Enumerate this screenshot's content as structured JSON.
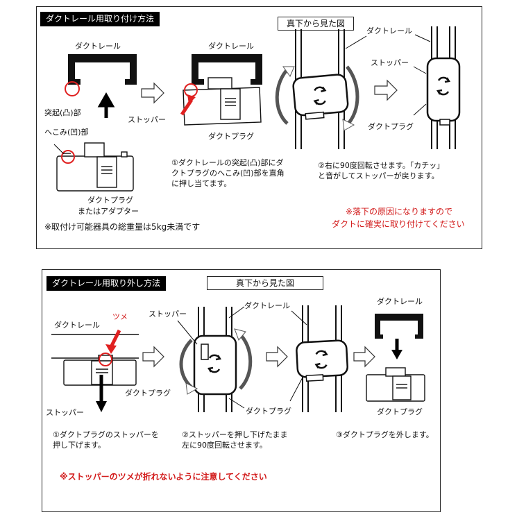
{
  "install": {
    "header": "ダクトレール用取り付け方法",
    "view_label": "真下から見た図",
    "fig1": {
      "rail_label": "ダクトレール",
      "convex_label": "突起(凸)部",
      "concave_label": "へこみ(凹)部",
      "stopper_label": "ストッパー",
      "plug_label_1": "ダクトプラグ",
      "plug_label_2": "またはアダプター"
    },
    "fig2": {
      "rail_label": "ダクトレール",
      "plug_label": "ダクトプラグ"
    },
    "fig3": {
      "rail_label": "ダクトレール",
      "stopper_label": "ストッパー",
      "plug_label": "ダクトプラグ"
    },
    "weight_note": "※取付け可能器具の総重量は5kg未満です",
    "step1": [
      "①ダクトレールの突起(凸)部にダ",
      "クトプラグのへこみ(凹)部を直角",
      "に押し当てます。"
    ],
    "step2": [
      "②右に90度回転させます。「カチッ」",
      "と音がしてストッパーが戻ります。"
    ],
    "warning": [
      "※落下の原因になりますので",
      "ダクトに確実に取り付けてください"
    ]
  },
  "removal": {
    "header": "ダクトレール用取り外し方法",
    "view_label": "真下から見た図",
    "fig1": {
      "rail_label": "ダクトレール",
      "claw_label": "ツメ",
      "plug_label": "ダクトプラグ",
      "stopper_label": "ストッパー"
    },
    "fig2": {
      "stopper_label": "ストッパー",
      "rail_label": "ダクトレール",
      "plug_label": "ダクトプラグ"
    },
    "fig4": {
      "rail_label": "ダクトレール",
      "plug_label": "ダクトプラグ"
    },
    "step1": [
      "①ダクトプラグのストッパーを",
      "押し下げます。"
    ],
    "step2": [
      "②ストッパーを押し下げたまま",
      "左に90度回転させます。"
    ],
    "step3": [
      "③ダクトプラグを外します。"
    ],
    "caution": "※ストッパーのツメが折れないように注意してください"
  },
  "colors": {
    "accent_red": "#d21a1a",
    "header_bg": "#000000"
  }
}
